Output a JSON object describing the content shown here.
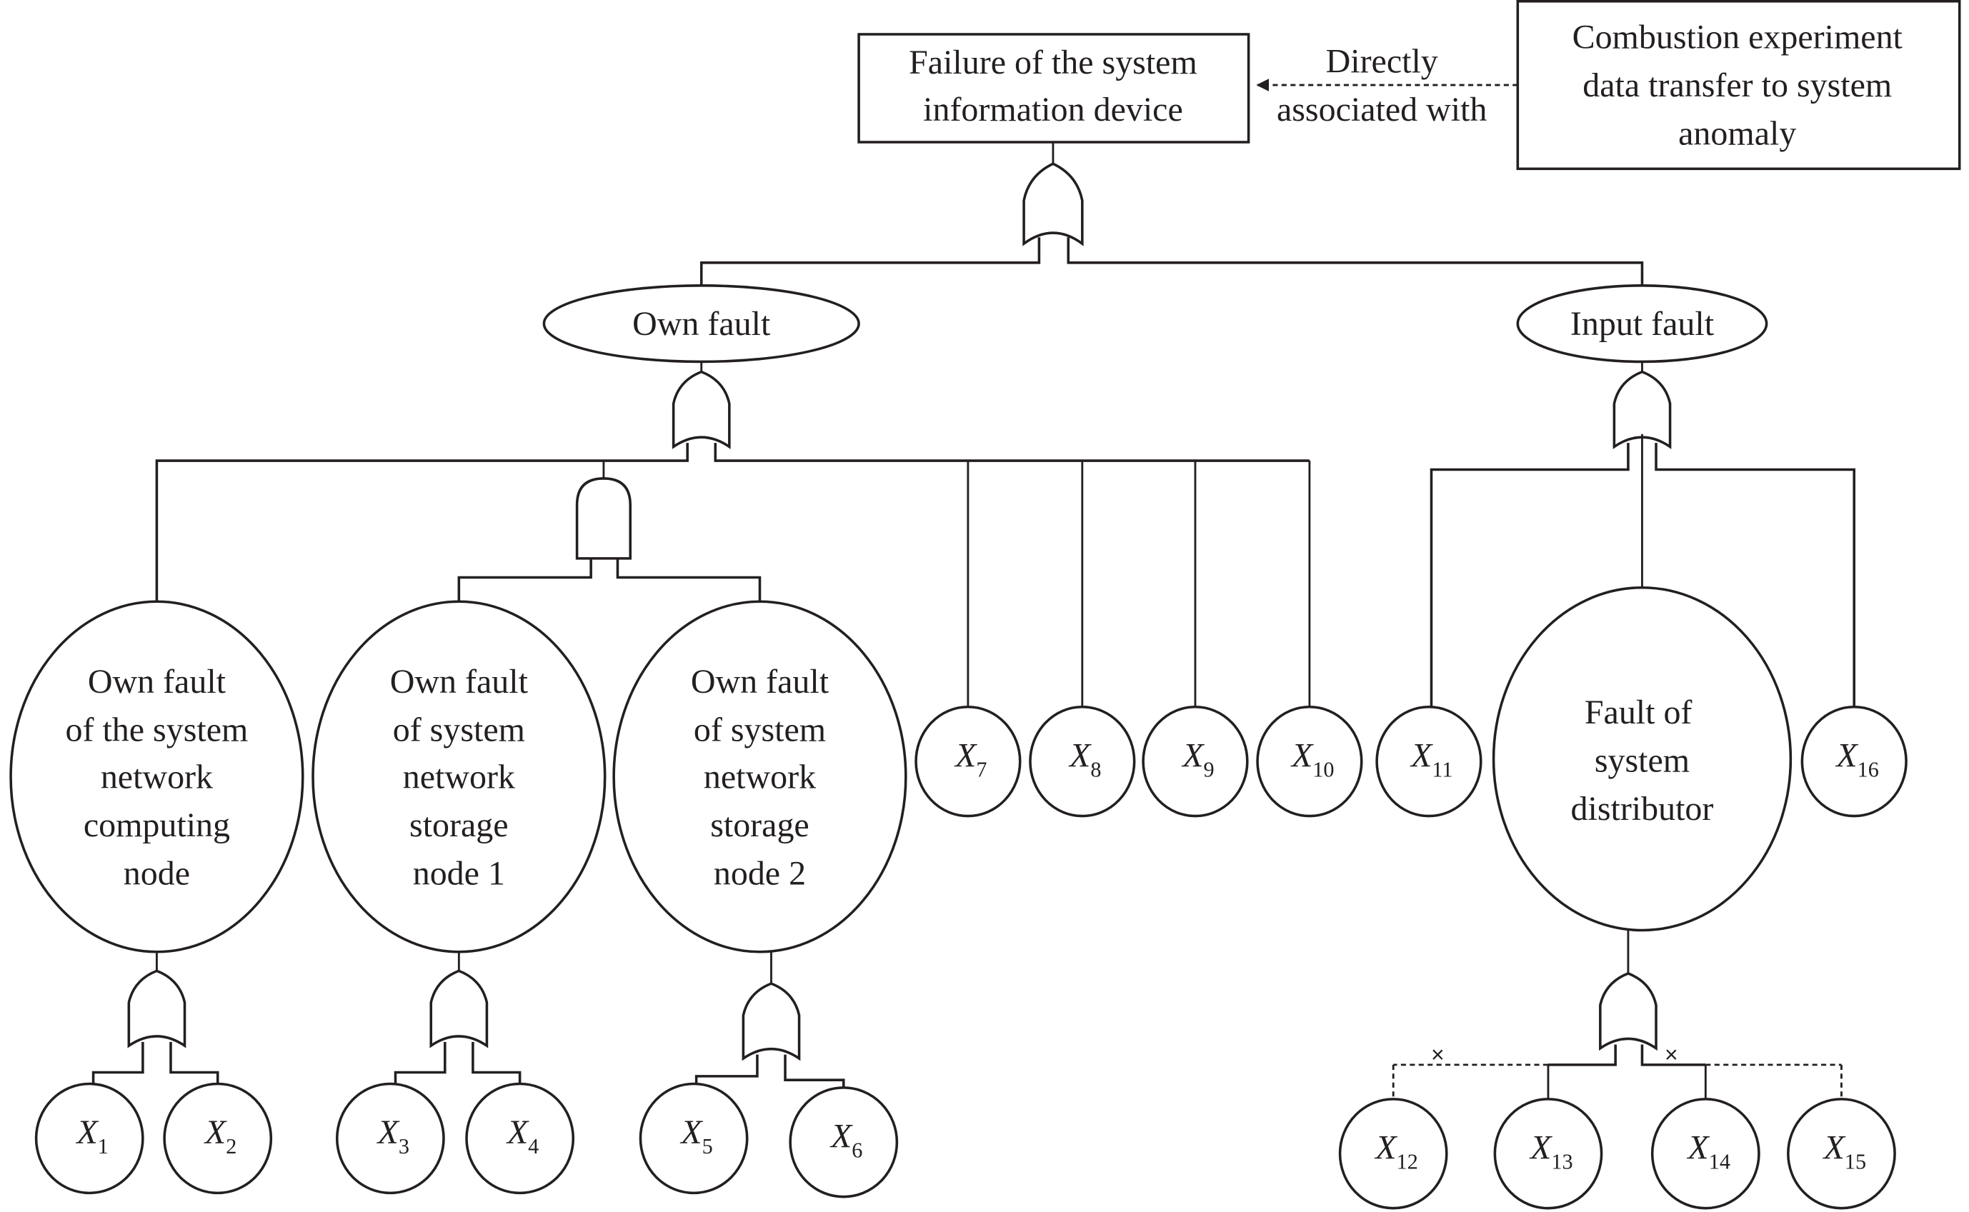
{
  "diagram": {
    "type": "fault tree",
    "top_event": {
      "lines": [
        "Failure of the system",
        "information device"
      ]
    },
    "associated_event": {
      "lines": [
        "Combustion experiment",
        "data transfer to system",
        "anomaly"
      ]
    },
    "association": {
      "lines": [
        "Directly",
        "associated with"
      ]
    },
    "intermediate_events": {
      "own_fault": "Own fault",
      "input_fault": "Input fault",
      "computing_node": [
        "Own fault",
        "of the system",
        "network",
        "computing",
        "node"
      ],
      "storage_node_1": [
        "Own fault",
        "of system",
        "network",
        "storage",
        "node 1"
      ],
      "storage_node_2": [
        "Own fault",
        "of system",
        "network",
        "storage",
        "node 2"
      ],
      "distributor": [
        "Fault of",
        "system",
        "distributor"
      ]
    },
    "basic_events": [
      {
        "id": "x1",
        "symbol": "X",
        "index": "1"
      },
      {
        "id": "x2",
        "symbol": "X",
        "index": "2"
      },
      {
        "id": "x3",
        "symbol": "X",
        "index": "3"
      },
      {
        "id": "x4",
        "symbol": "X",
        "index": "4"
      },
      {
        "id": "x5",
        "symbol": "X",
        "index": "5"
      },
      {
        "id": "x6",
        "symbol": "X",
        "index": "6"
      },
      {
        "id": "x7",
        "symbol": "X",
        "index": "7"
      },
      {
        "id": "x8",
        "symbol": "X",
        "index": "8"
      },
      {
        "id": "x9",
        "symbol": "X",
        "index": "9"
      },
      {
        "id": "x10",
        "symbol": "X",
        "index": "10"
      },
      {
        "id": "x11",
        "symbol": "X",
        "index": "11"
      },
      {
        "id": "x12",
        "symbol": "X",
        "index": "12"
      },
      {
        "id": "x13",
        "symbol": "X",
        "index": "13"
      },
      {
        "id": "x14",
        "symbol": "X",
        "index": "14"
      },
      {
        "id": "x15",
        "symbol": "X",
        "index": "15"
      },
      {
        "id": "x16",
        "symbol": "X",
        "index": "16"
      }
    ],
    "gates": {
      "top": "OR",
      "own_fault": "OR",
      "storage_pair": "AND",
      "input_fault": "OR",
      "computing_node": "OR",
      "storage_node_1": "OR",
      "storage_node_2": "OR",
      "distributor": "OR"
    },
    "removed_marker": "×"
  }
}
